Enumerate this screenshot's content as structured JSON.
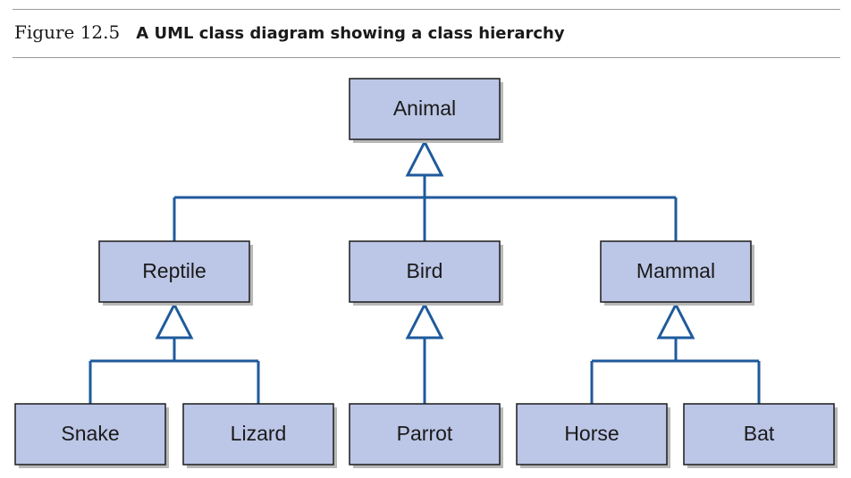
{
  "figure": {
    "number": "Figure 12.5",
    "title": "A UML class diagram showing a class hierarchy"
  },
  "colors": {
    "box_fill": "#bcc6e6",
    "box_border": "#1c1c1c",
    "connector": "#1f5a9c"
  },
  "classes": {
    "animal": "Animal",
    "reptile": "Reptile",
    "bird": "Bird",
    "mammal": "Mammal",
    "snake": "Snake",
    "lizard": "Lizard",
    "parrot": "Parrot",
    "horse": "Horse",
    "bat": "Bat"
  },
  "relationships": [
    {
      "type": "generalization",
      "child": "Reptile",
      "parent": "Animal"
    },
    {
      "type": "generalization",
      "child": "Bird",
      "parent": "Animal"
    },
    {
      "type": "generalization",
      "child": "Mammal",
      "parent": "Animal"
    },
    {
      "type": "generalization",
      "child": "Snake",
      "parent": "Reptile"
    },
    {
      "type": "generalization",
      "child": "Lizard",
      "parent": "Reptile"
    },
    {
      "type": "generalization",
      "child": "Parrot",
      "parent": "Bird"
    },
    {
      "type": "generalization",
      "child": "Horse",
      "parent": "Mammal"
    },
    {
      "type": "generalization",
      "child": "Bat",
      "parent": "Mammal"
    }
  ]
}
